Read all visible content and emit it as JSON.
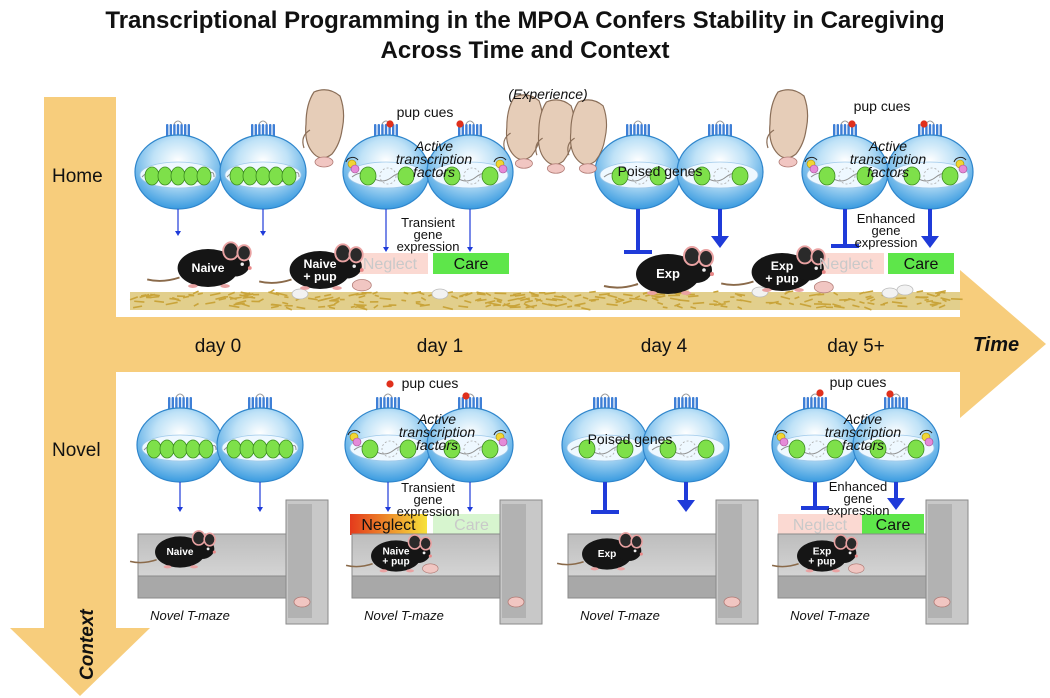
{
  "title": {
    "line1": "Transcriptional Programming in the MPOA Confers Stability in Caregiving",
    "line2": "Across Time and Context"
  },
  "axes": {
    "time_label": "Time",
    "context_label": "Context",
    "rows": [
      "Home",
      "Novel"
    ],
    "days": [
      "day 0",
      "day 1",
      "day 4",
      "day 5+"
    ]
  },
  "labels": {
    "pup_cues": "pup cues",
    "experience": "(Experience)",
    "active_tf": [
      "Active",
      "transcription",
      "factors"
    ],
    "poised_genes": "Poised genes",
    "transient": [
      "Transient",
      "gene",
      "expression"
    ],
    "enhanced": [
      "Enhanced",
      "gene",
      "expression"
    ],
    "neglect": "Neglect",
    "care": "Care",
    "maze": "Novel T-maze"
  },
  "mice": {
    "naive": "Naive",
    "naive_pup": [
      "Naive",
      "+ pup"
    ],
    "exp": "Exp",
    "exp_pup": [
      "Exp",
      "+ pup"
    ]
  },
  "colors": {
    "axis": "#f7cd7c",
    "cell": "#5fb0e6",
    "nucleosome": "#7ee04a",
    "inhibit": "#1f3bd9",
    "care_on": "#5ee64a",
    "care_faded": "#d7f5cf",
    "neglect_faded": "#fbd9d2",
    "neglect_grad": [
      "#e43a1c",
      "#f7e23a"
    ],
    "mouse": "#151515",
    "bedding": "#c9a43a"
  }
}
